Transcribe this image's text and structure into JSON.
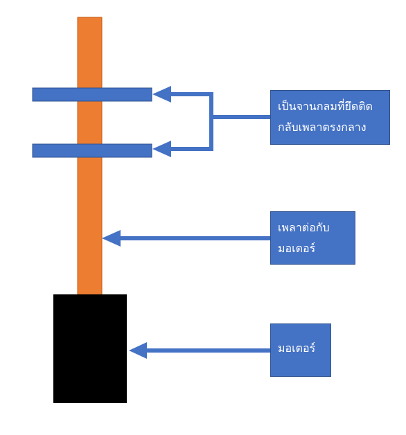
{
  "colors": {
    "shaft": "#ed7d31",
    "shaft_border": "#c55a11",
    "disc": "#4472c4",
    "disc_border": "#2f528f",
    "arrow": "#4472c4",
    "motor": "#000000",
    "label_bg": "#4472c4",
    "label_text": "#ffffff"
  },
  "labels": {
    "disc": {
      "line1": "เป็นจานกลมที่ยึดติด",
      "line2": "กลับเพลาตรงกลาง"
    },
    "shaft": {
      "line1": "เพลาต่อกับ",
      "line2": "มอเตอร์"
    },
    "motor": {
      "line1": "มอเตอร์"
    }
  }
}
